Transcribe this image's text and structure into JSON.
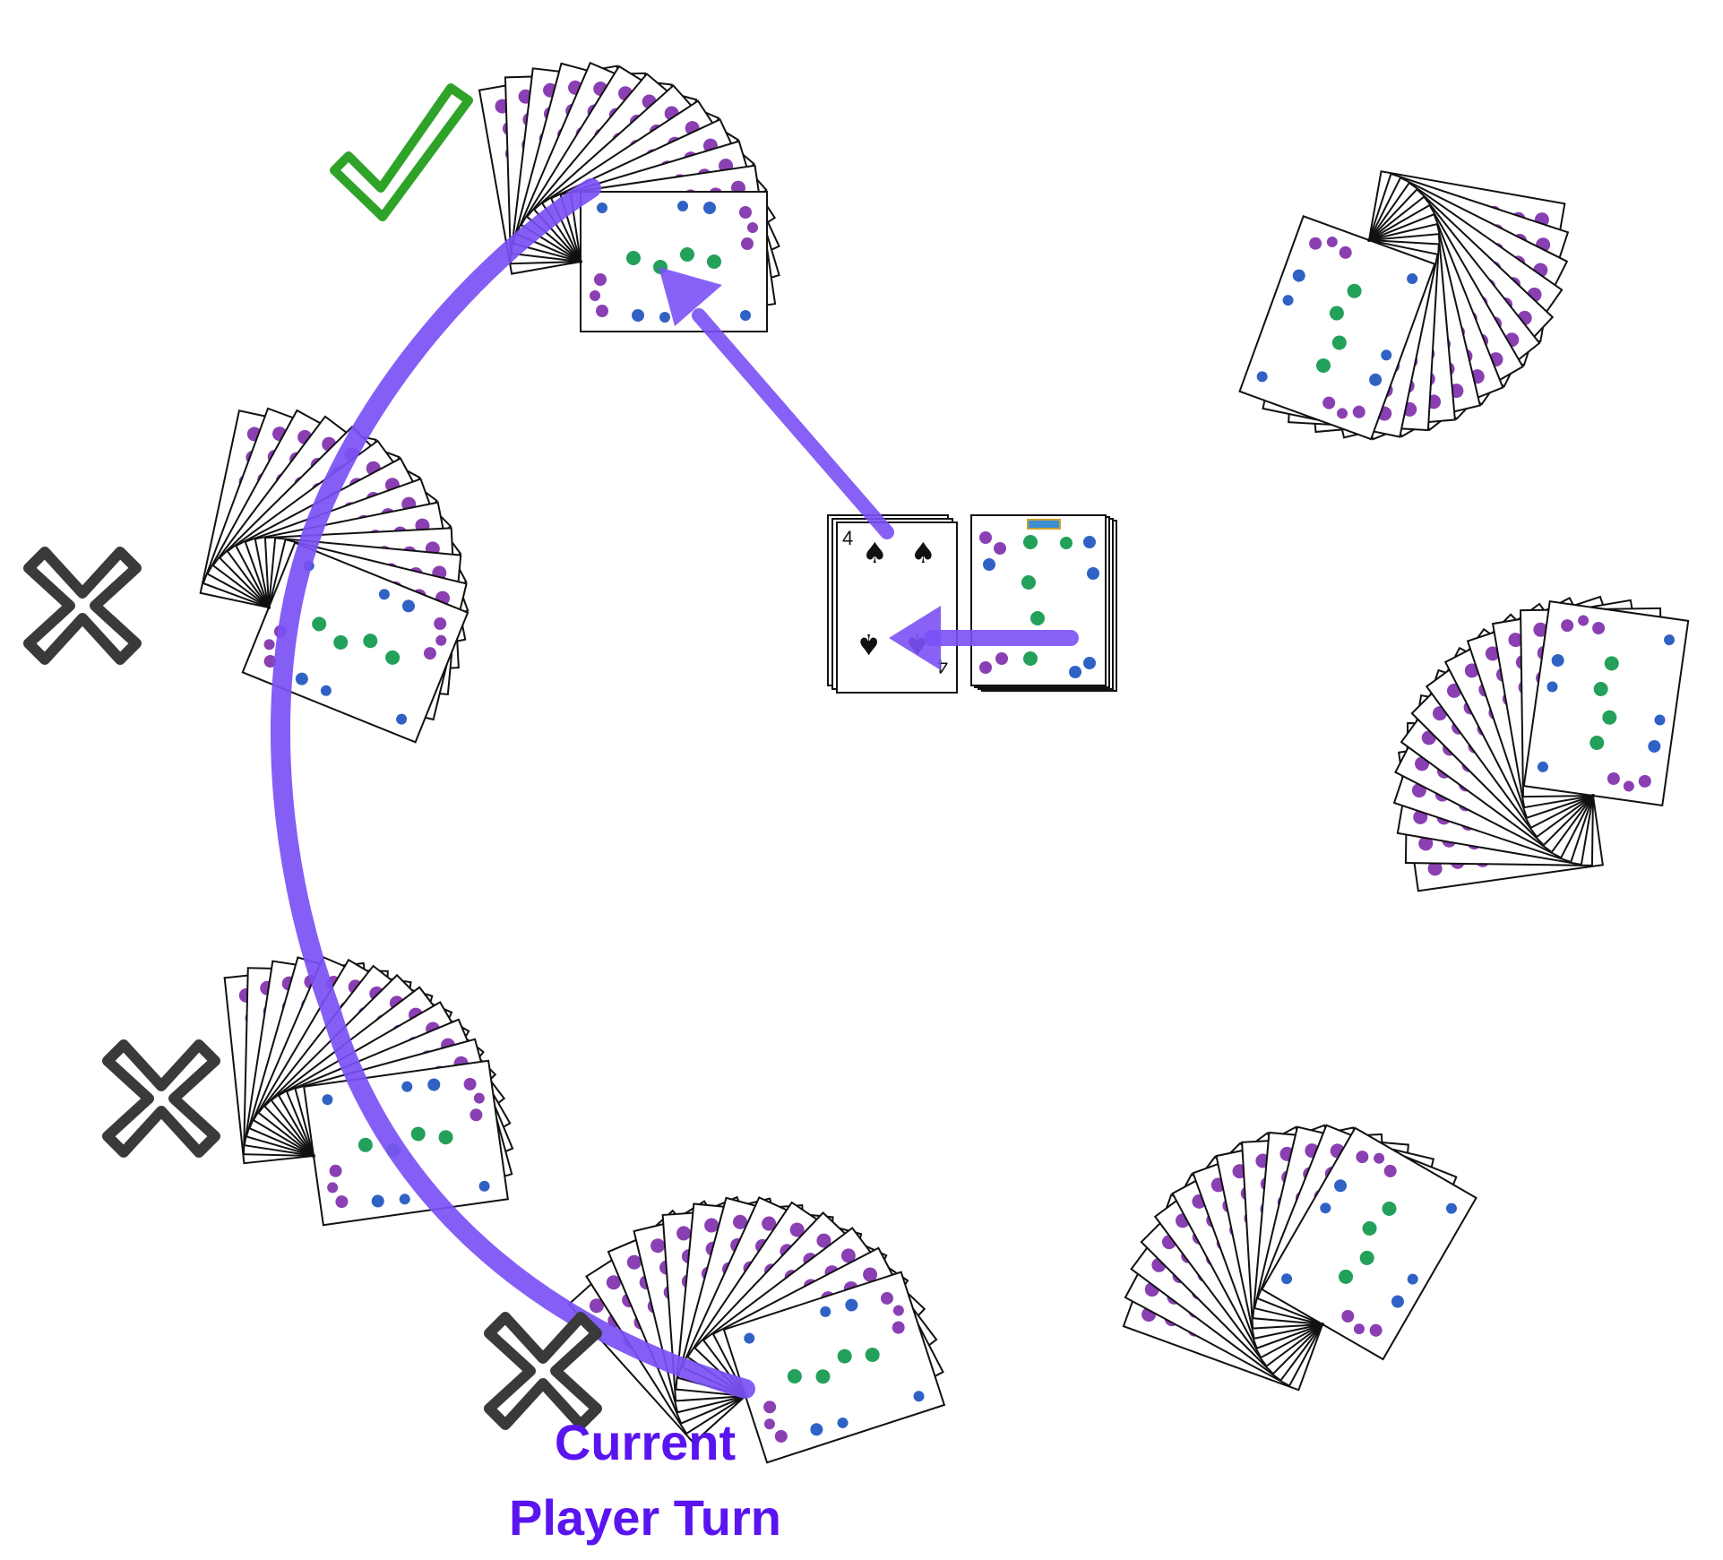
{
  "colors": {
    "turn_arrow": "#7b50f5",
    "label_text": "#5a14f0",
    "check_mark": "#2ea328",
    "cross_mark": "#3a3a3a",
    "card_border": "#111111",
    "card_face": "#ffffff",
    "pattern_purple": "#8a3fb3",
    "pattern_blue": "#2f62c4",
    "pattern_green": "#23a05a",
    "spade": "#111111"
  },
  "table": {
    "player_count": 7,
    "players": [
      {
        "name": "current-player",
        "status": "current",
        "card_count": 13
      },
      {
        "name": "player-lower-left",
        "status": "cross",
        "card_count": 13
      },
      {
        "name": "player-left",
        "status": "cross",
        "card_count": 13
      },
      {
        "name": "player-top",
        "status": "check",
        "card_count": 13
      },
      {
        "name": "player-top-right",
        "status": "none",
        "card_count": 13
      },
      {
        "name": "player-right",
        "status": "none",
        "card_count": 13
      },
      {
        "name": "player-bottom-right",
        "status": "none",
        "card_count": 13
      }
    ],
    "discard_pile": {
      "rank": "4",
      "suit": "spade"
    },
    "draw_pile": {
      "face": "back"
    },
    "status_icons": {
      "check": "check-mark-icon",
      "cross": "cross-mark-icon"
    }
  },
  "label": {
    "line1": "Current",
    "line2": "Player Turn"
  }
}
